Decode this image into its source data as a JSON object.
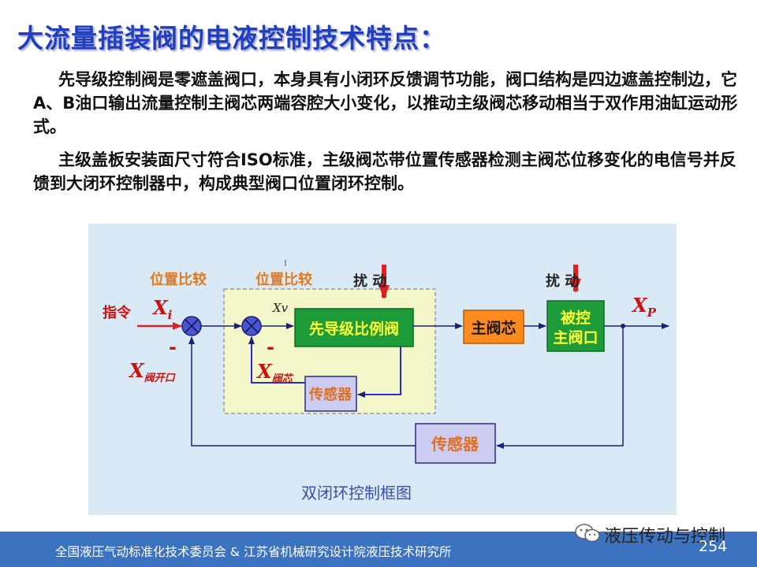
{
  "slide": {
    "title": "大流量插装阀的电液控制技术特点：",
    "paragraph_1": "先导级控制阀是零遮盖阀口，本身具有小闭环反馈调节功能，阀口结构是四边遮盖控制边，它A、B油口输出流量控制主阀芯两端容腔大小变化，以推动主级阀芯移动相当于双作用油缸运动形式。",
    "paragraph_2": "主级盖板安装面尺寸符合ISO标准，主级阀芯带位置传感器检测主阀芯位移变化的电信号并反馈到大闭环控制器中，构成典型阀口位置闭环控制。"
  },
  "diagram": {
    "label_compare_1": "位置比较",
    "label_compare_2": "位置比较",
    "label_disturb_1": "扰  动",
    "label_disturb_2": "扰  动",
    "label_command": "指令",
    "sym_xi_main": "X",
    "sym_xi_sub": "i",
    "sym_xv": "Xv",
    "sym_xp_main": "X",
    "sym_xp_sub": "P",
    "sym_xvalve_main": "X",
    "sym_xvalve_sub": "阀开口",
    "sym_xcore_main": "X",
    "sym_xcore_sub": "阀芯",
    "minus_1": "-",
    "minus_2": "-",
    "block_pilot_valve": "先导级比例阀",
    "block_main_spool": "主阀芯",
    "block_controlled_line1": "被控",
    "block_controlled_line2": "主阀口",
    "block_sensor_inner": "传感器",
    "block_sensor_outer": "传感器",
    "caption": "双闭环控制框图",
    "colors": {
      "title_blue": "#1f3fbf",
      "orange_label": "#e8781e",
      "red_text": "#cc1111",
      "green_block": "#1e9c3a",
      "inner_frame": "#f2f6c8",
      "sensor_fill": "#ccccf2",
      "line_navy": "#1a1f7a"
    }
  },
  "footer": {
    "organizations": "全国液压气动标准化技术委员会  &  江苏省机械研究设计院液压技术研究所",
    "page_number": "254"
  },
  "watermark": {
    "icon": "wechat-icon",
    "text": "液压传动与控制"
  }
}
